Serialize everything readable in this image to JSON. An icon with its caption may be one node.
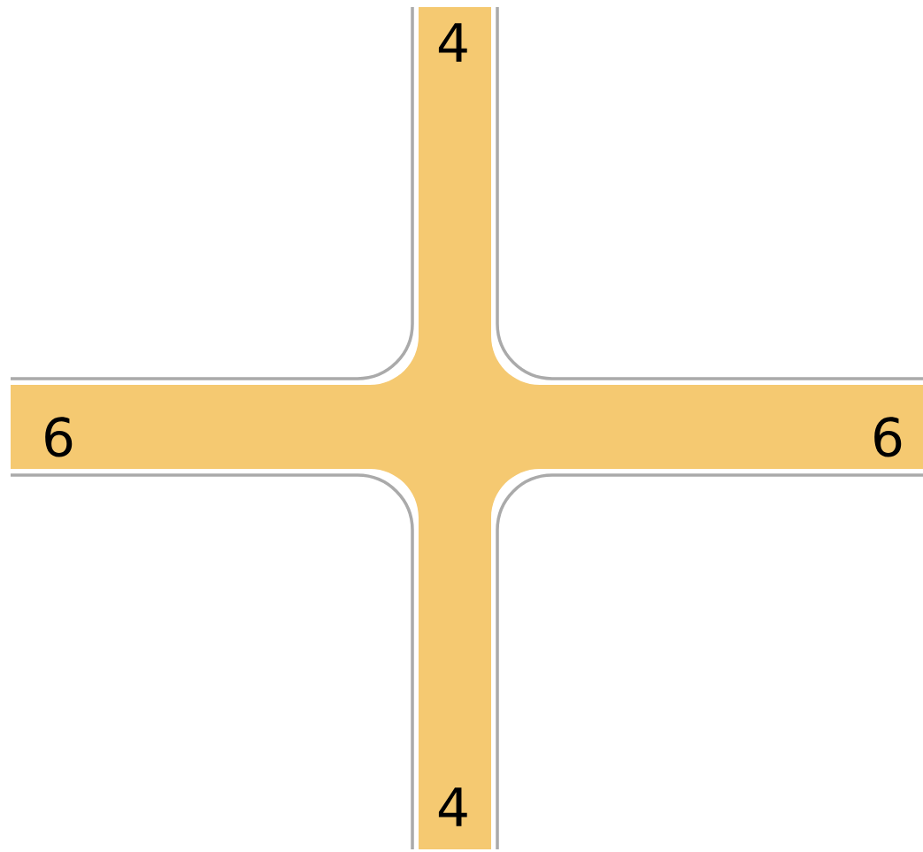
{
  "diagram": {
    "labels": [
      "4",
      "6",
      "6",
      "4"
    ]
  }
}
